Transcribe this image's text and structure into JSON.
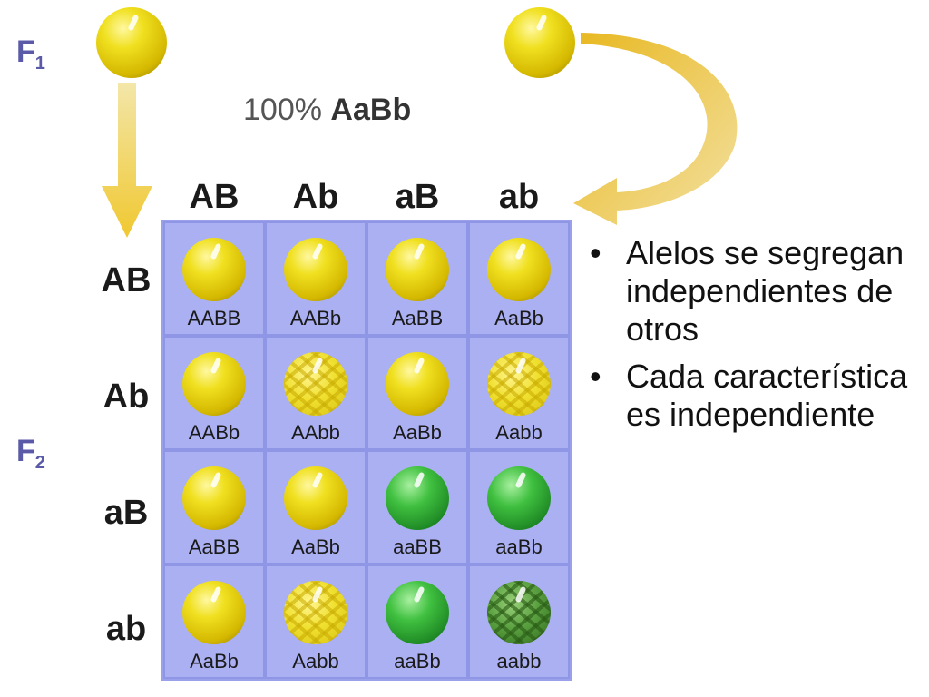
{
  "labels": {
    "f1": "F",
    "f1_sub": "1",
    "f2": "F",
    "f2_sub": "2"
  },
  "ratio": {
    "percent": "100%",
    "genotype": "AaBb"
  },
  "columns": [
    "AB",
    "Ab",
    "aB",
    "ab"
  ],
  "rows": [
    {
      "label": "AB",
      "cells": [
        {
          "genotype": "AABB",
          "pea": "yellow-smooth"
        },
        {
          "genotype": "AABb",
          "pea": "yellow-smooth"
        },
        {
          "genotype": "AaBB",
          "pea": "yellow-smooth"
        },
        {
          "genotype": "AaBb",
          "pea": "yellow-smooth"
        }
      ]
    },
    {
      "label": "Ab",
      "cells": [
        {
          "genotype": "AABb",
          "pea": "yellow-smooth"
        },
        {
          "genotype": "AAbb",
          "pea": "yellow-wrinkled"
        },
        {
          "genotype": "AaBb",
          "pea": "yellow-smooth"
        },
        {
          "genotype": "Aabb",
          "pea": "yellow-wrinkled"
        }
      ]
    },
    {
      "label": "aB",
      "cells": [
        {
          "genotype": "AaBB",
          "pea": "yellow-smooth"
        },
        {
          "genotype": "AaBb",
          "pea": "yellow-smooth"
        },
        {
          "genotype": "aaBB",
          "pea": "green-smooth"
        },
        {
          "genotype": "aaBb",
          "pea": "green-smooth"
        }
      ]
    },
    {
      "label": "ab",
      "cells": [
        {
          "genotype": "AaBb",
          "pea": "yellow-smooth"
        },
        {
          "genotype": "Aabb",
          "pea": "yellow-wrinkled"
        },
        {
          "genotype": "aaBb",
          "pea": "green-smooth"
        },
        {
          "genotype": "aabb",
          "pea": "green-wrinkled"
        }
      ]
    }
  ],
  "bullets": [
    "Alelos se segregan independientes de otros",
    "Cada característica es independiente"
  ],
  "colors": {
    "label_blue": "#5a5aa8",
    "grid_bg": "#aab0f2",
    "arrow": "#f0c830"
  }
}
